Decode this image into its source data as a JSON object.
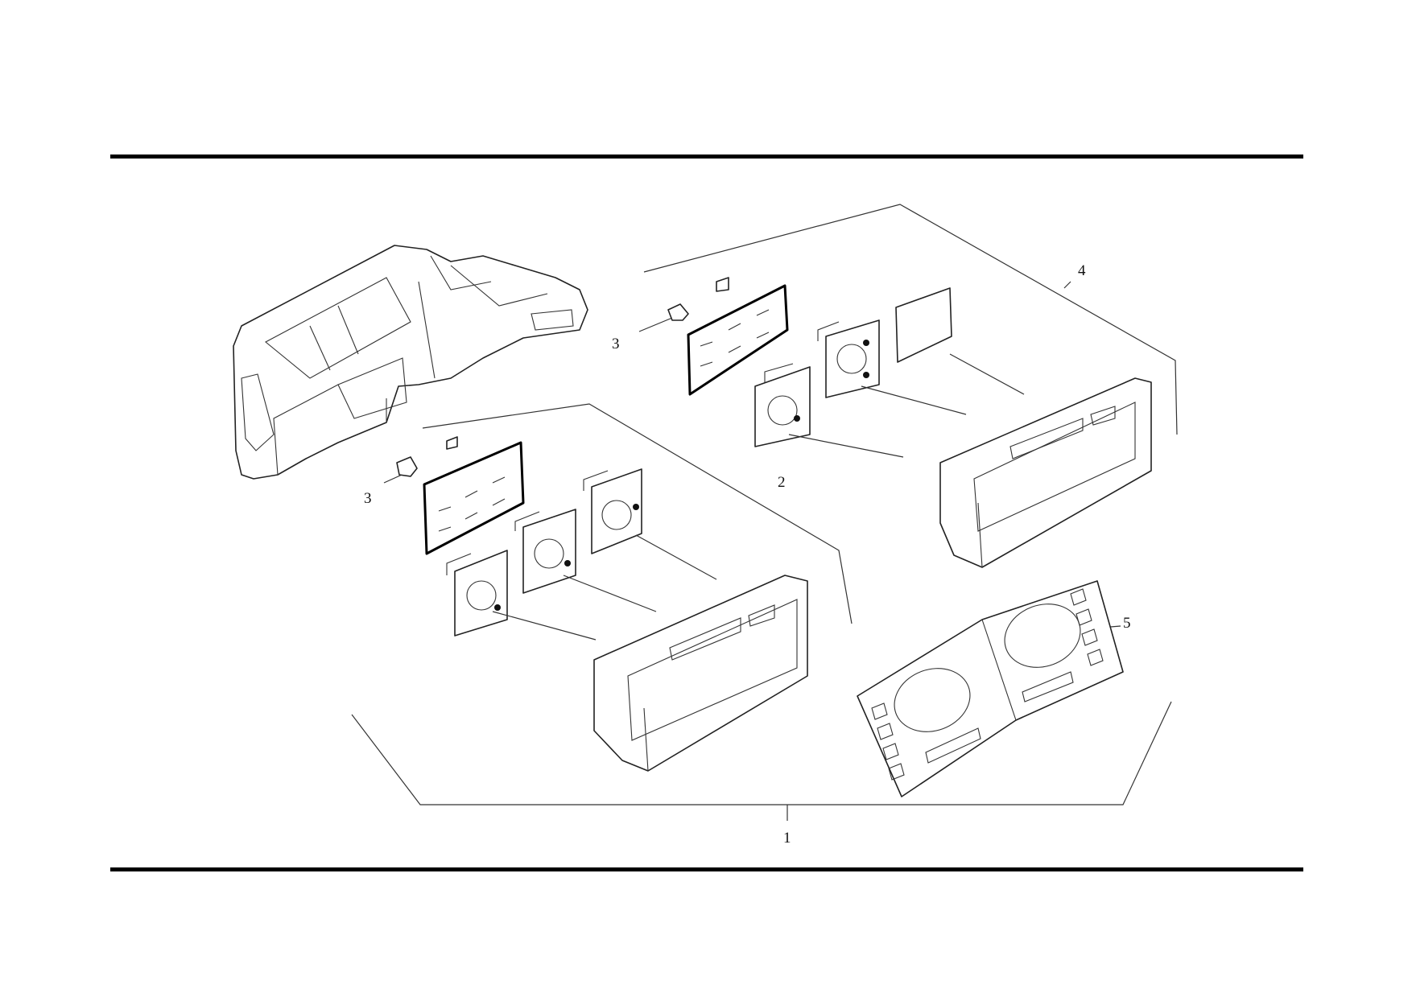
{
  "diagram": {
    "callouts": [
      {
        "id": "1",
        "label": "1"
      },
      {
        "id": "2",
        "label": "2"
      },
      {
        "id": "3a",
        "label": "3"
      },
      {
        "id": "3b",
        "label": "3"
      },
      {
        "id": "4",
        "label": "4"
      },
      {
        "id": "5",
        "label": "5"
      }
    ]
  }
}
